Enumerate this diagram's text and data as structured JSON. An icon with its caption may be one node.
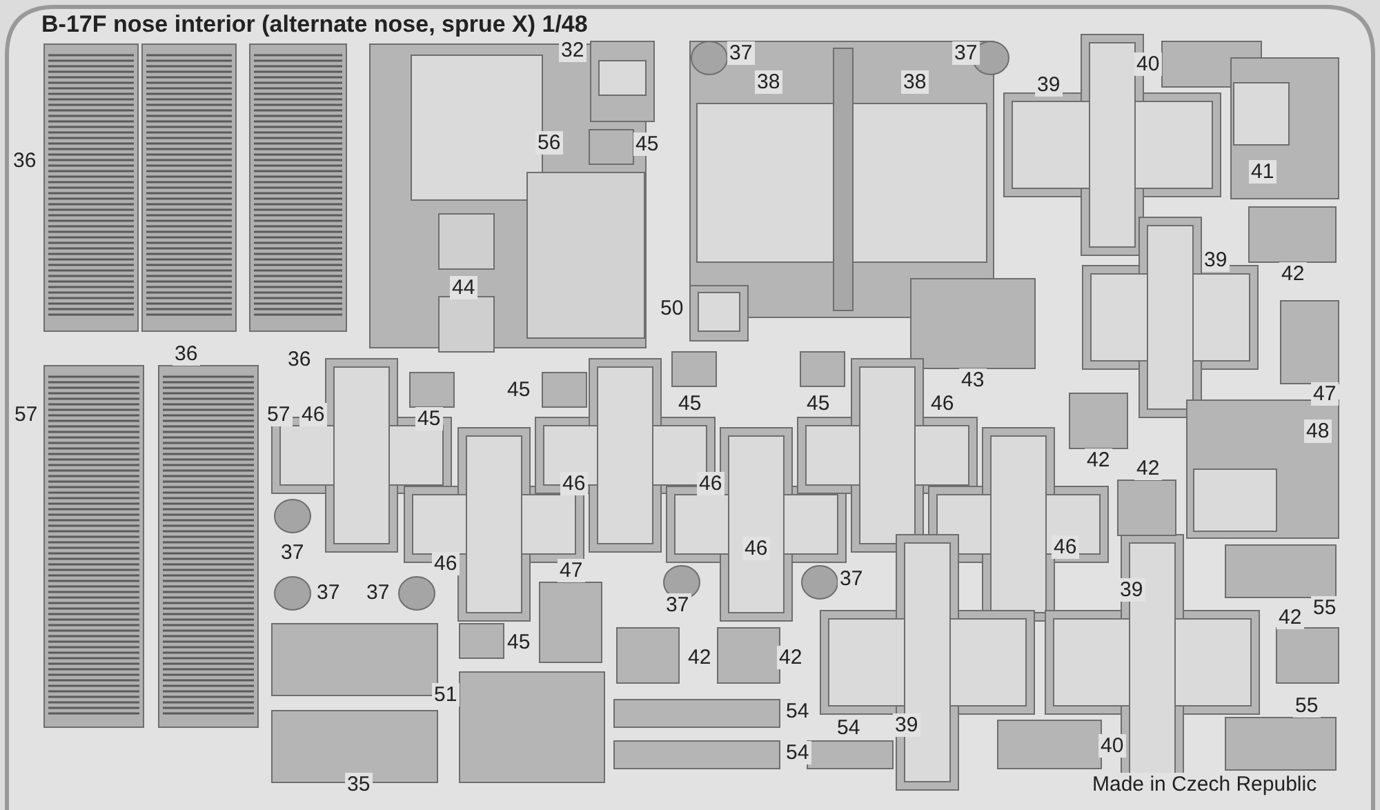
{
  "diagram": {
    "title": "B-17F nose interior (alternate nose, sprue X) 1/48",
    "labels": [
      "36",
      "32",
      "37",
      "37",
      "40",
      "38",
      "38",
      "39",
      "56",
      "45",
      "41",
      "44",
      "50",
      "39",
      "42",
      "36",
      "36",
      "43",
      "47",
      "57",
      "57",
      "46",
      "45",
      "45",
      "45",
      "45",
      "46",
      "48",
      "42",
      "42",
      "46",
      "46",
      "37",
      "46",
      "37",
      "37",
      "46",
      "37",
      "46",
      "37",
      "47",
      "39",
      "42",
      "55",
      "45",
      "42",
      "42",
      "51",
      "54",
      "54",
      "54",
      "39",
      "40",
      "55",
      "35",
      "Made in Czech Republic"
    ]
  }
}
